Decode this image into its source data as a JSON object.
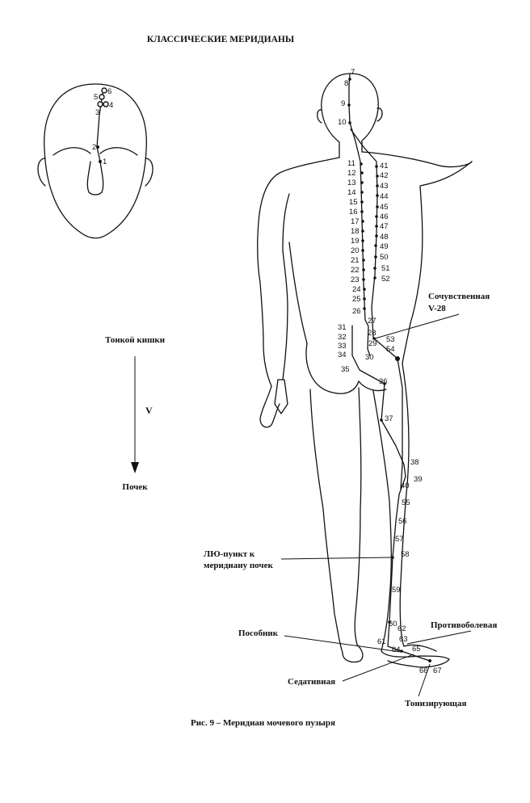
{
  "title": "КЛАССИЧЕСКИЕ МЕРИДИАНЫ",
  "caption": "Рис. 9 – Меридиан мочевого пузыря",
  "flow": {
    "from": "Тонкой кишки",
    "meridian_code": "V",
    "to": "Почек"
  },
  "labels": {
    "sympathetic": "Сочувственная",
    "sympathetic_code": "V-28",
    "luo_line1": "ЛЮ-пункт к",
    "luo_line2": "меридиану почек",
    "helper": "Пособник",
    "analgesic": "Противоболевая",
    "sedative": "Седативная",
    "tonifying": "Тонизирующая"
  },
  "head_points": [
    "1",
    "2",
    "3",
    "4",
    "5",
    "6"
  ],
  "points": {
    "crown": [
      "7",
      "8",
      "9",
      "10"
    ],
    "inner_line": [
      "11",
      "12",
      "13",
      "14",
      "15",
      "16",
      "17",
      "18",
      "19",
      "20",
      "21",
      "22",
      "23",
      "24",
      "25",
      "26",
      "27",
      "28",
      "29",
      "30"
    ],
    "outer_line": [
      "41",
      "42",
      "43",
      "44",
      "45",
      "46",
      "47",
      "48",
      "49",
      "50",
      "51",
      "52",
      "53",
      "54"
    ],
    "sacral": [
      "31",
      "32",
      "33",
      "34",
      "35"
    ],
    "leg": [
      "36",
      "37",
      "38",
      "39",
      "40",
      "55",
      "56",
      "57",
      "58",
      "59",
      "60",
      "61",
      "62",
      "63",
      "64",
      "65",
      "66",
      "67"
    ]
  }
}
